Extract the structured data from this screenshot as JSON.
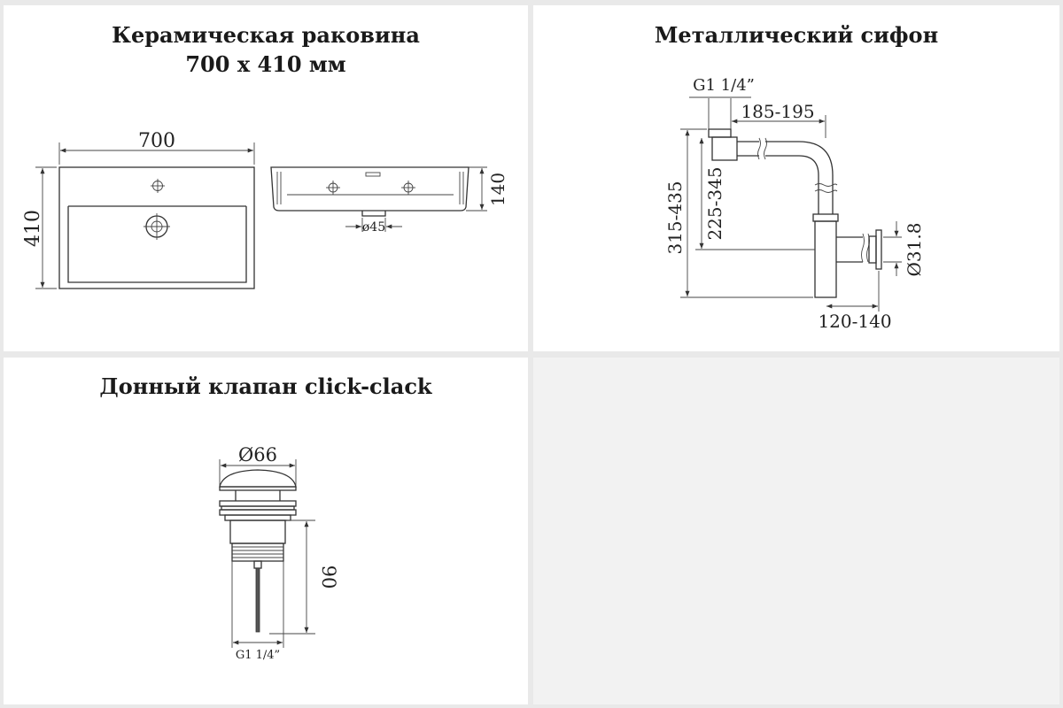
{
  "panels": {
    "sink": {
      "title_line1": "Керамическая раковина",
      "title_line2": "700 x 410 мм",
      "dim_width": "700",
      "dim_depth": "410",
      "dim_height": "140",
      "dim_drain": "ø45"
    },
    "siphon": {
      "title": "Металлический сифон",
      "thread": "G1 1/4”",
      "dim_horizontal": "185-195",
      "dim_total_height": "315-435",
      "dim_inner_height": "225-345",
      "dim_outlet": "Ø31.8",
      "dim_reach": "120-140"
    },
    "valve": {
      "title": "Донный клапан click-clack",
      "dim_cap": "Ø66",
      "dim_height": "90",
      "thread": "G1 1/4”"
    }
  }
}
